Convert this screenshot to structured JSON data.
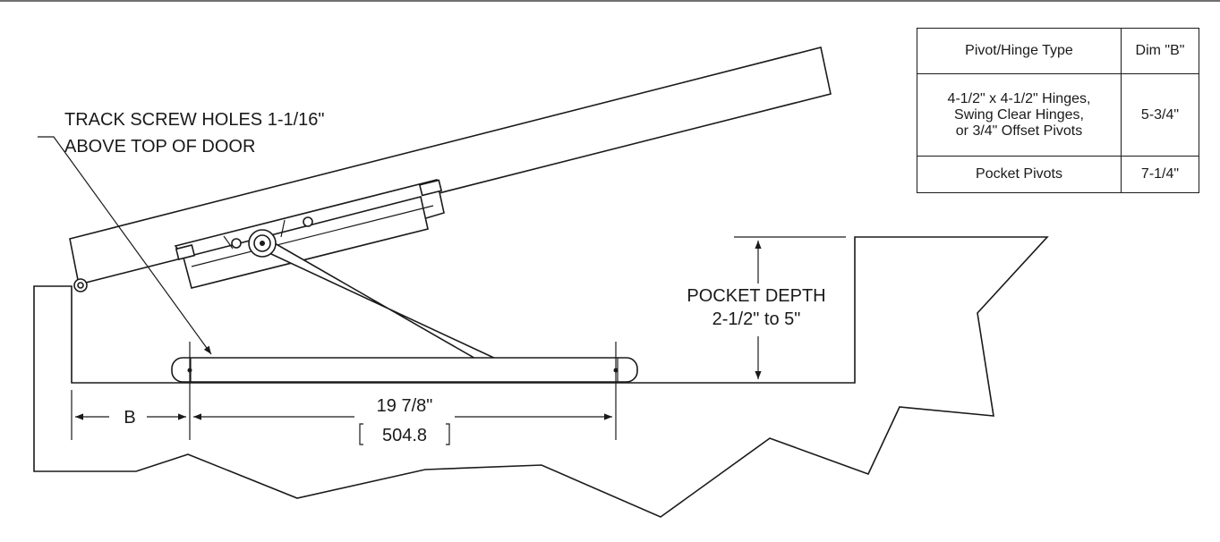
{
  "callouts": {
    "track_screw_line1": "TRACK SCREW HOLES 1-1/16\"",
    "track_screw_line2": "ABOVE TOP OF DOOR",
    "pocket_depth_line1": "POCKET DEPTH",
    "pocket_depth_line2": "2-1/2\" to 5\"",
    "dim_b": "B",
    "track_length": "19 7/8\"",
    "track_length_metric": "504.8"
  },
  "table": {
    "headers": [
      "Pivot/Hinge Type",
      "Dim \"B\""
    ],
    "rows": [
      {
        "type_lines": [
          "4-1/2\" x 4-1/2\" Hinges,",
          "Swing Clear Hinges,",
          "or 3/4\" Offset Pivots"
        ],
        "dim": "5-3/4\""
      },
      {
        "type_lines": [
          "Pocket Pivots"
        ],
        "dim": "7-1/4\""
      }
    ]
  }
}
